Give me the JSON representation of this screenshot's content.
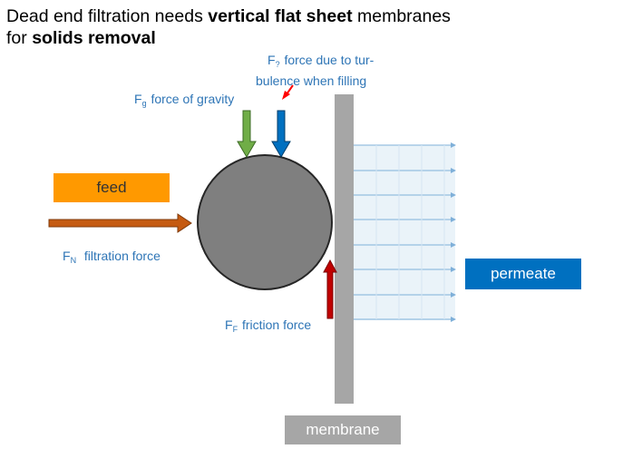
{
  "title": {
    "line1_pre": "Dead end filtration needs ",
    "line1_bold": "vertical flat sheet",
    "line1_post": " membranes",
    "line2_pre": "for ",
    "line2_bold": "solids removal"
  },
  "labels": {
    "gravity": {
      "sym": "F",
      "sub": "g",
      "text": " force of gravity"
    },
    "turbulence": {
      "sym": "F",
      "sub": "?",
      "text_line1": " force due to tur-",
      "text_line2": "bulence when filling"
    },
    "filtration": {
      "sym": "F",
      "sub": "N",
      "text": "  filtration force"
    },
    "friction": {
      "sym": "F",
      "sub": "F",
      "text": " friction force"
    }
  },
  "boxes": {
    "feed": "feed",
    "permeate": "permeate",
    "membrane": "membrane"
  },
  "colors": {
    "label_blue": "#2e75b6",
    "feed_orange": "#ff9900",
    "filtration_arrow": "#c55a11",
    "gravity_arrow": "#70ad47",
    "turbulence_arrow": "#0070c0",
    "friction_arrow": "#c00000",
    "particle": "#7f7f7f",
    "membrane_gray": "#a6a6a6",
    "permeate_fill": "#eaf3f9",
    "permeate_lines": "#7fb0d9"
  }
}
